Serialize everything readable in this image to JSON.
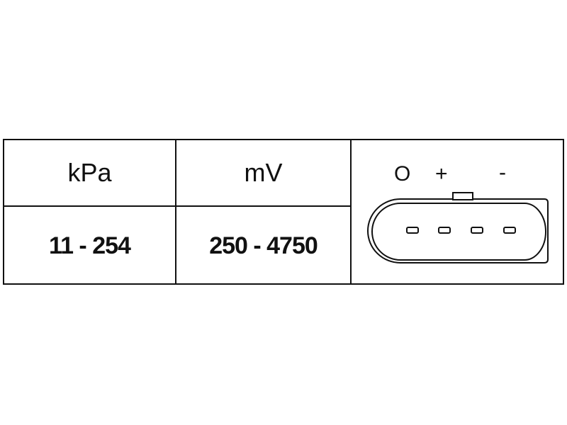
{
  "table": {
    "headers": [
      "kPa",
      "mV"
    ],
    "values": [
      "11 - 254",
      "250 - 4750"
    ]
  },
  "connector": {
    "pin_labels": [
      "O",
      "+",
      "-"
    ],
    "pin_count": 4
  }
}
